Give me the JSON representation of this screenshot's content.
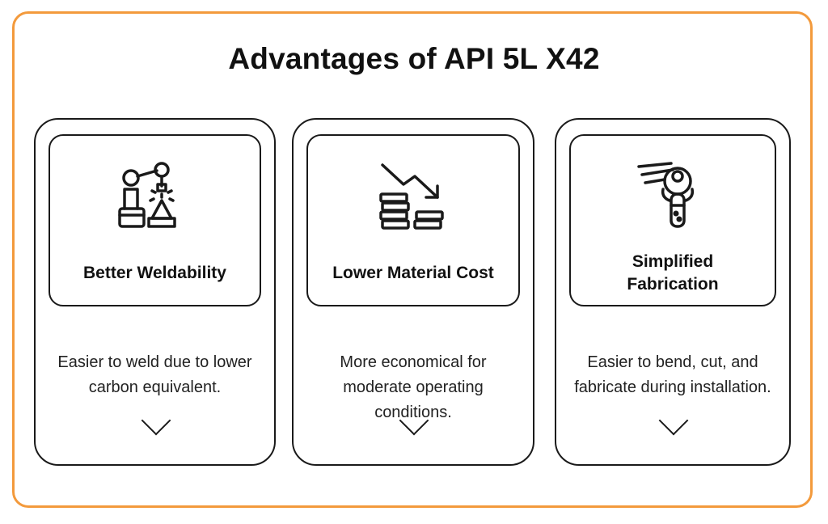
{
  "title": "Advantages of API 5L X42",
  "accent_color": "#f39a3c",
  "cards": [
    {
      "icon": "robot-arm-welding-icon",
      "heading": "Better Weldability",
      "description": "Easier to weld due to lower carbon equivalent."
    },
    {
      "icon": "coins-down-trend-icon",
      "heading": "Lower Material Cost",
      "description": "More economical for moderate operating conditions."
    },
    {
      "icon": "fabrication-tool-icon",
      "heading": "Simplified Fabrication",
      "description": "Easier to bend, cut, and fabricate during installation."
    }
  ]
}
